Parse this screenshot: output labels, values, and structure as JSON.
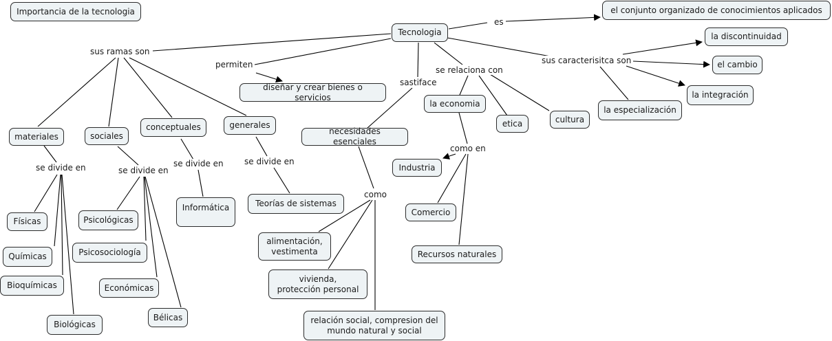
{
  "title_node": "Importancia de la tecnologia",
  "nodes": {
    "tecnologia": "Tecnologia",
    "conjunto": "el conjunto organizado de conocimientos aplicados",
    "discontinuidad": "la discontinuidad",
    "cambio": "el cambio",
    "integracion": "la integración",
    "especializacion": "la especialización",
    "disenar": "diseñar y crear bienes o servicios",
    "materiales": "materiales",
    "sociales": "sociales",
    "conceptuales": "conceptuales",
    "generales": "generales",
    "necesidades": "necesidades esenciales",
    "economia": "la economia",
    "etica": "etica",
    "cultura": "cultura",
    "fisicas": "Físicas",
    "quimicas": "Químicas",
    "bioquimicas": "Bioquímicas",
    "biologicas": "Biológicas",
    "psicologicas": "Psicológicas",
    "psicosociologia": "Psicosociología",
    "economicas": "Económicas",
    "belicas": "Bélicas",
    "informatica": "Informática",
    "teorias": "Teorías de sistemas",
    "alimentacion": "alimentación,\nvestimenta",
    "vivienda": "vivienda,\nprotección personal",
    "relacion": "relación social, compresion del\nmundo natural y social",
    "industria": "Industria",
    "comercio": "Comercio",
    "recursos": "Recursos naturales"
  },
  "links": {
    "es": "es",
    "sus_ramas_son": "sus ramas son",
    "permiten": "permiten",
    "sastiface": "sastiface",
    "se_relaciona_con": "se relaciona con",
    "sus_caracteristicas_son": "sus caracterisitca son",
    "divide_materiales": "se divide en",
    "divide_sociales": "se divide en",
    "divide_conceptuales": "se divide en",
    "divide_generales": "se divide en",
    "como": "como",
    "como_en": "como en"
  },
  "colors": {
    "node_fill": "#eef3f5",
    "node_border": "#2b2b2b",
    "line": "#000000"
  }
}
